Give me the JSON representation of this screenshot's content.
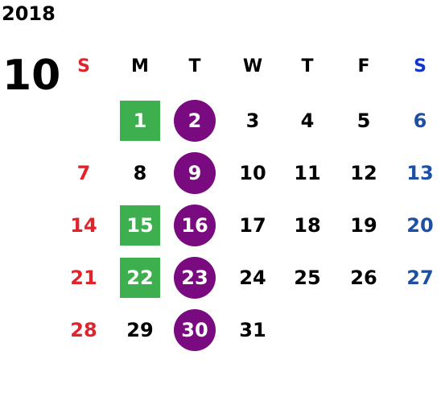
{
  "year": "2018",
  "month": "10",
  "weekdays": [
    "S",
    "M",
    "T",
    "W",
    "T",
    "F",
    "S"
  ],
  "weeks": [
    [
      "",
      "1",
      "2",
      "3",
      "4",
      "5",
      "6"
    ],
    [
      "7",
      "8",
      "9",
      "10",
      "11",
      "12",
      "13"
    ],
    [
      "14",
      "15",
      "16",
      "17",
      "18",
      "19",
      "20"
    ],
    [
      "21",
      "22",
      "23",
      "24",
      "25",
      "26",
      "27"
    ],
    [
      "28",
      "29",
      "30",
      "31",
      "",
      "",
      ""
    ]
  ],
  "colors": {
    "sunday": "#e0242b",
    "saturday": "#1f4fa3",
    "green_highlight": "#3daf4e",
    "purple_highlight": "#7a0a80"
  },
  "green_highlight_days": [
    "1",
    "15",
    "22"
  ],
  "purple_highlight_days": [
    "2",
    "9",
    "16",
    "23",
    "30"
  ]
}
